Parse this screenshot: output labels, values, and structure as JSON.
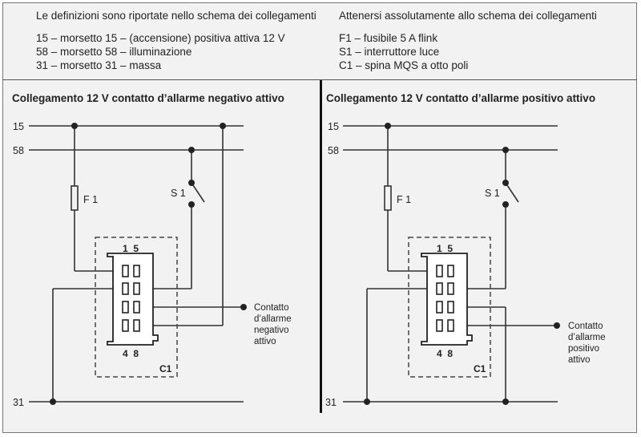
{
  "header": {
    "left": {
      "title": "Le definizioni sono riportate nello schema dei collegamenti",
      "lines": [
        "15 – morsetto 15 – (accensione) positiva attiva 12 V",
        "58 – morsetto 58 – illuminazione",
        "31 – morsetto 31 – massa"
      ]
    },
    "right": {
      "title": "Attenersi assolutamente allo schema dei collegamenti",
      "lines": [
        "F1 – fusibile 5 A flink",
        "S1 – interruttore luce",
        "C1 – spina MQS a otto poli"
      ]
    }
  },
  "diagrams": [
    {
      "title": "Collegamento 12 V contatto d’allarme negativo attivo",
      "rail_labels": [
        "15",
        "58",
        "31"
      ],
      "fuse_label": "F 1",
      "switch_label": "S 1",
      "pin_top": "1  5",
      "pin_bottom": "4  8",
      "connector_label": "C1",
      "contact_lines": [
        "Contatto",
        "d’allarme",
        "negativo",
        "attivo"
      ]
    },
    {
      "title": "Collegamento 12 V contatto d’allarme positivo attivo",
      "rail_labels": [
        "15",
        "58",
        "31"
      ],
      "fuse_label": "F 1",
      "switch_label": "S 1",
      "pin_top": "1  5",
      "pin_bottom": "4  8",
      "connector_label": "C1",
      "contact_lines": [
        "Contatto",
        "d’allarme",
        "positivo",
        "attivo"
      ]
    }
  ],
  "colors": {
    "wire": "#333333",
    "background": "#f2f2f2",
    "text": "#222222"
  }
}
